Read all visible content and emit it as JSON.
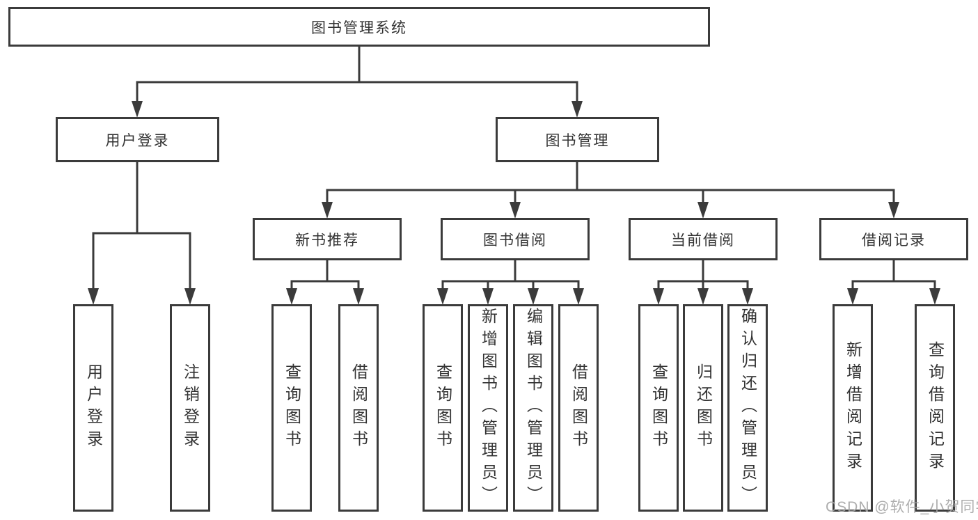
{
  "diagram": {
    "root": {
      "label": "图书管理系统"
    },
    "level1": [
      {
        "id": "user-login",
        "label": "用户登录"
      },
      {
        "id": "book-management",
        "label": "图书管理"
      }
    ],
    "level2": [
      {
        "id": "new-book-recommend",
        "label": "新书推荐"
      },
      {
        "id": "book-borrow",
        "label": "图书借阅"
      },
      {
        "id": "current-borrow",
        "label": "当前借阅"
      },
      {
        "id": "borrow-records",
        "label": "借阅记录"
      }
    ],
    "leaves": {
      "user": [
        "用户登录",
        "注销登录"
      ],
      "recommend": [
        "查询图书",
        "借阅图书"
      ],
      "borrow": [
        "查询图书",
        "新增图书（管理员）",
        "编辑图书（管理员）",
        "借阅图书"
      ],
      "current": [
        "查询图书",
        "归还图书",
        "确认归还（管理员）"
      ],
      "records": [
        "新增借阅记录",
        "查询借阅记录"
      ]
    }
  },
  "watermark": {
    "text": "CSDN @软件_小贺同学"
  },
  "colors": {
    "line": "#3b3b3b",
    "text": "#333333",
    "background": "#ffffff",
    "watermark": "#a4a4a4"
  }
}
